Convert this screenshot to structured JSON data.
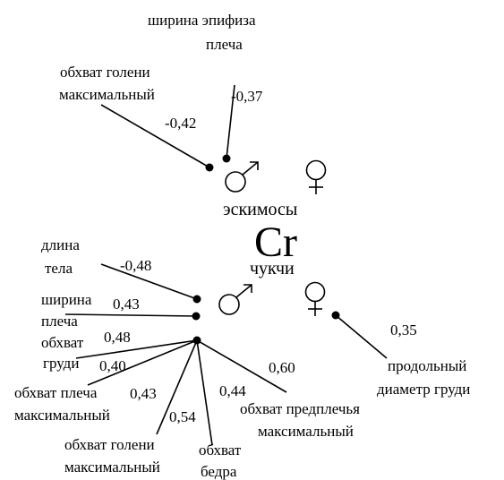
{
  "center_label": "Cr",
  "groups": {
    "top": "эскимосы",
    "bottom": "чукчи"
  },
  "nodes": [
    {
      "id": "eskimo_male",
      "symbol": "male",
      "group": "эскимосы"
    },
    {
      "id": "eskimo_female",
      "symbol": "female",
      "group": "эскимосы"
    },
    {
      "id": "chukchi_male",
      "symbol": "male",
      "group": "чукчи"
    },
    {
      "id": "chukchi_female",
      "symbol": "female",
      "group": "чукчи"
    }
  ],
  "traits": [
    {
      "id": "epiphysis",
      "lines": [
        "ширина эпифиза",
        "плеча"
      ],
      "value": "-0,37",
      "node": "eskimo_male"
    },
    {
      "id": "shin_eskimo",
      "lines": [
        "обхват голени",
        "максимальный"
      ],
      "value": "-0,42",
      "node": "eskimo_male"
    },
    {
      "id": "body_length",
      "lines": [
        "длина",
        "тела"
      ],
      "value": "-0,48",
      "node": "chukchi_male"
    },
    {
      "id": "shoulder_width",
      "lines": [
        "ширина",
        "плеча"
      ],
      "value": "0,43",
      "node": "chukchi_male"
    },
    {
      "id": "chest_girth",
      "lines": [
        "обхват",
        "груди"
      ],
      "value": "0,48",
      "node": "chukchi_male"
    },
    {
      "id": "shoulder_girth",
      "lines": [
        "обхват плеча",
        "максимальный"
      ],
      "value": "0,40",
      "node": "chukchi_male"
    },
    {
      "id": "shin_chukchi",
      "lines": [
        "обхват голени",
        "максимальный"
      ],
      "value": "0,43",
      "node": "chukchi_male"
    },
    {
      "id": "thigh",
      "lines": [
        "обхват",
        "бедра"
      ],
      "value": "0,54",
      "node": "chukchi_male"
    },
    {
      "id": "forearm",
      "lines": [
        "обхват предплечья",
        "максимальный"
      ],
      "value": "0,44",
      "node": "chukchi_male"
    },
    {
      "id": "forearm_extra",
      "lines": [],
      "value": "0,60",
      "node": "chukchi_male"
    },
    {
      "id": "chest_diameter",
      "lines": [
        "продольный",
        "диаметр груди"
      ],
      "value": "0,35",
      "node": "chukchi_female"
    }
  ]
}
